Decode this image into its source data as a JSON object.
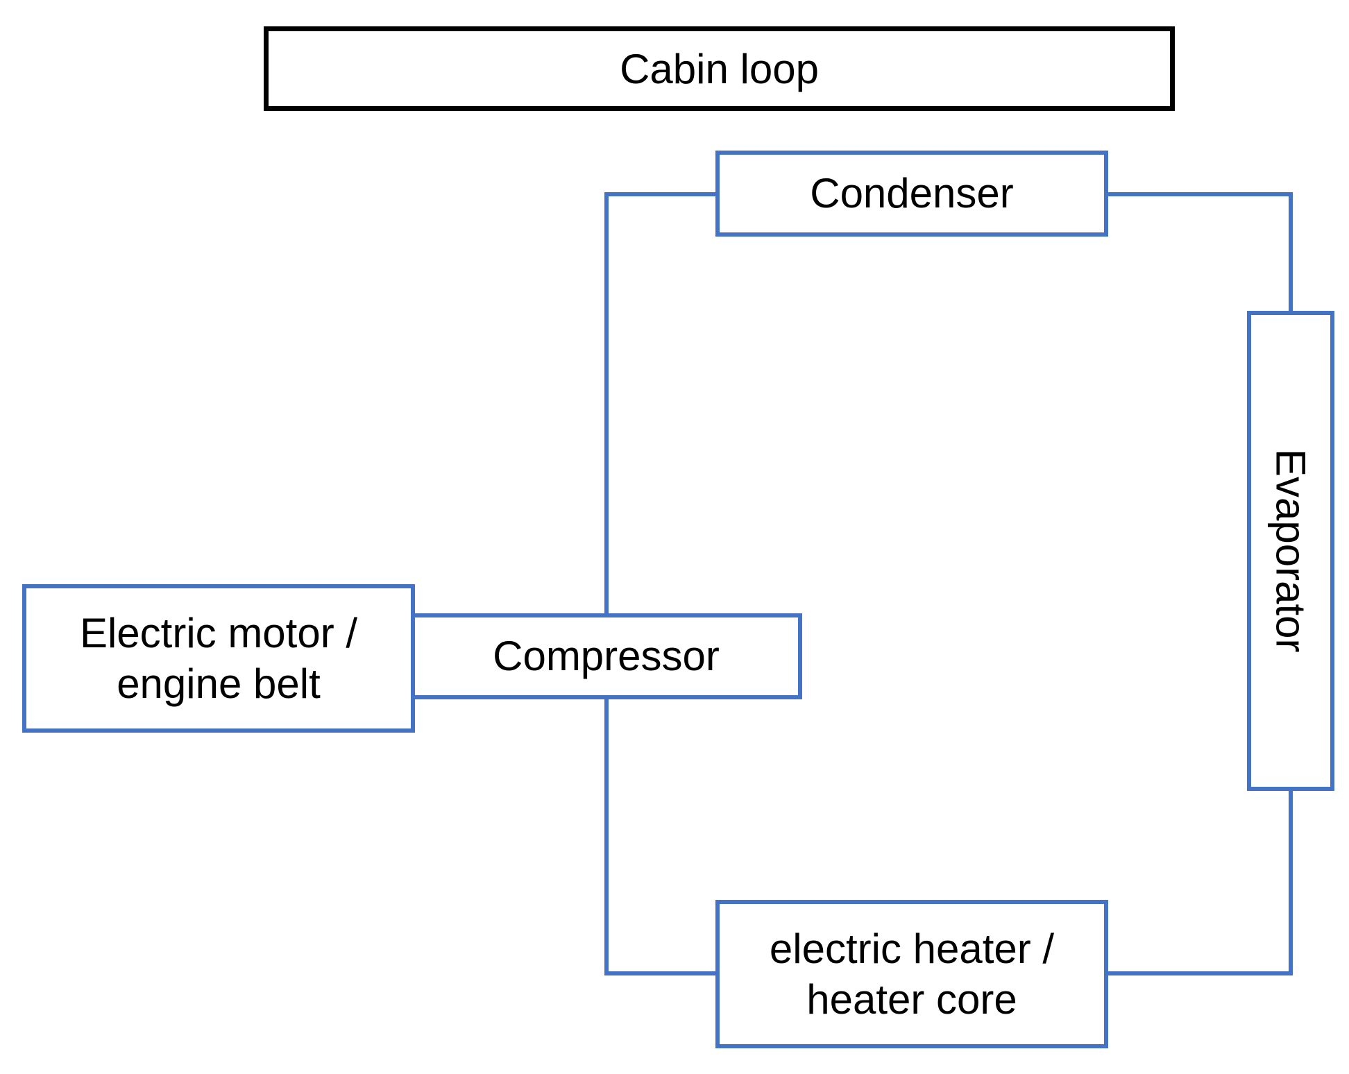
{
  "title": "Cabin loop",
  "colors": {
    "line": "#4472c4",
    "title_border": "#000000",
    "text": "#000000",
    "background": "#ffffff"
  },
  "nodes": {
    "condenser": "Condenser",
    "evaporator": "Evaporator",
    "compressor": "Compressor",
    "motor": [
      "Electric motor /",
      "engine belt"
    ],
    "heater": [
      "electric heater /",
      "heater core"
    ]
  }
}
